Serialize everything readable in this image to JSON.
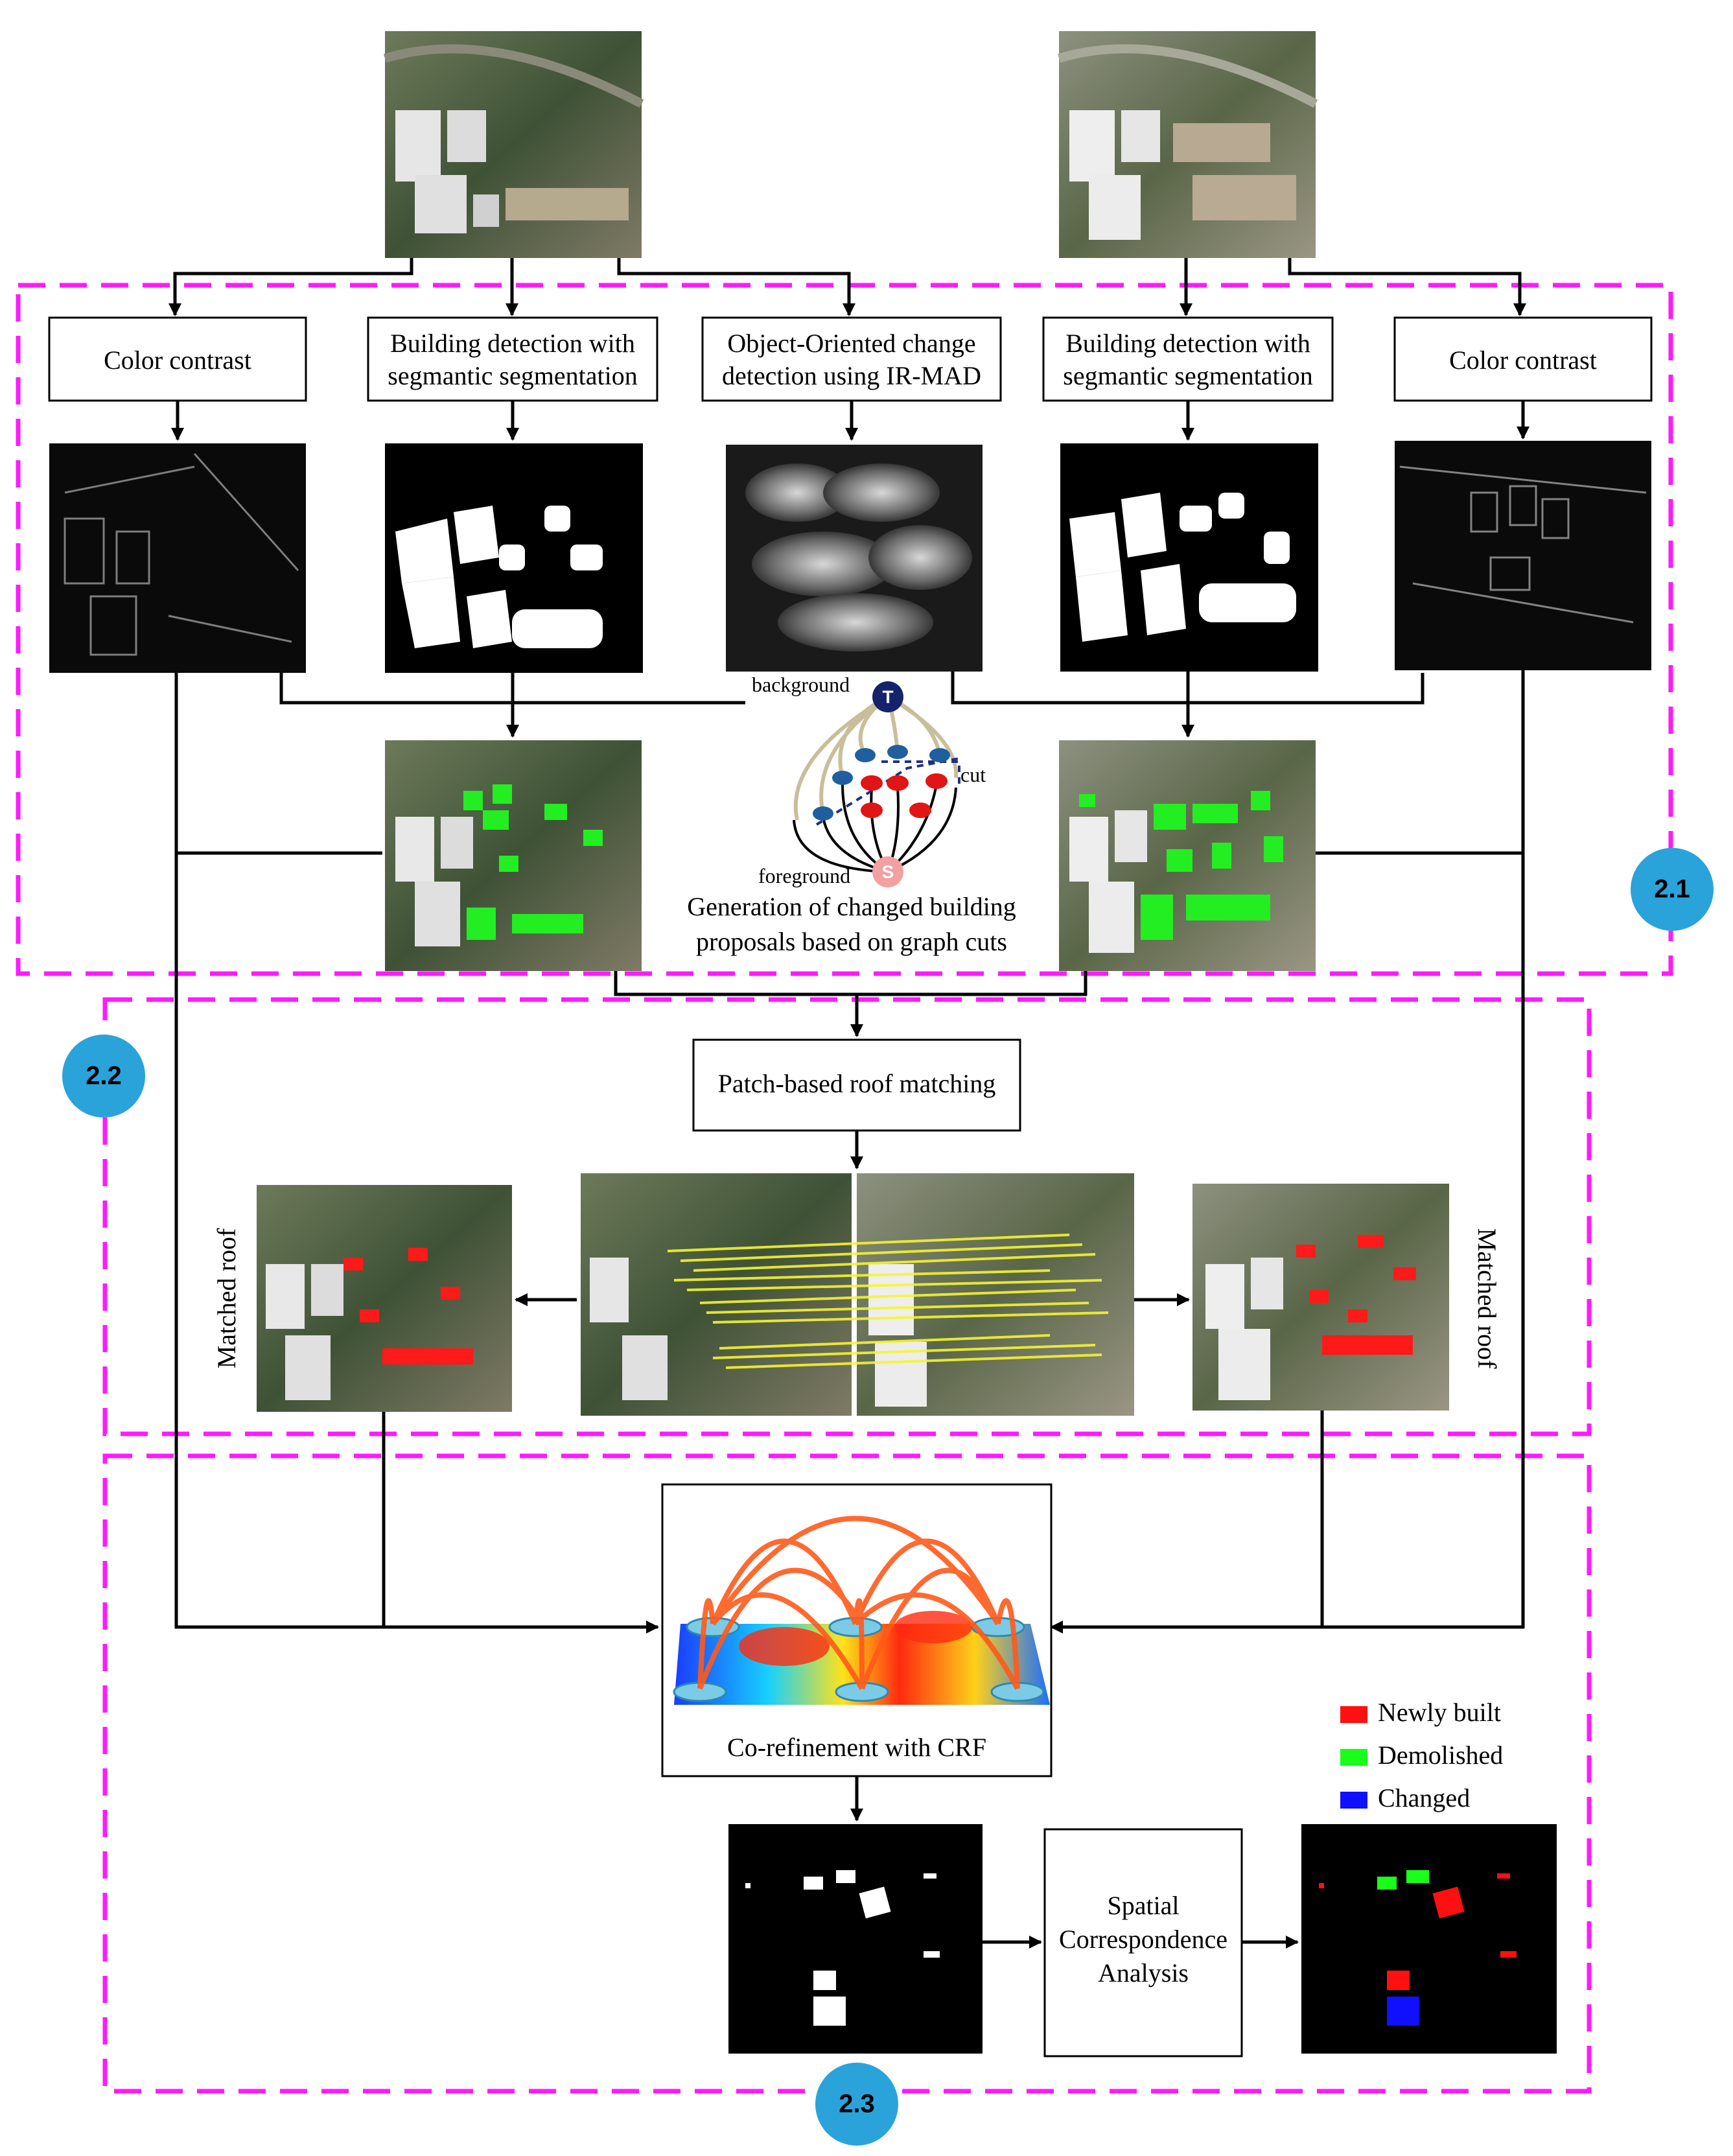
{
  "sections": {
    "s1": "2.1",
    "s2": "2.2",
    "s3": "2.3"
  },
  "boxes": {
    "color_contrast_left": "Color contrast",
    "building_det_left": [
      "Building detection with",
      "segmantic segmentation"
    ],
    "ooc_detection": [
      "Object-Oriented change",
      "detection using IR-MAD"
    ],
    "building_det_right": [
      "Building detection with",
      "segmantic segmentation"
    ],
    "color_contrast_right": "Color contrast",
    "patch_matching": "Patch-based roof matching",
    "crf": "Co-refinement with CRF",
    "spatial": [
      "Spatial",
      "Correspondence",
      "Analysis"
    ]
  },
  "graph_cut": {
    "background": "background",
    "foreground": "foreground",
    "cut": "cut",
    "t_node": "T",
    "s_node": "S",
    "caption": [
      "Generation of changed building",
      "proposals based on graph cuts"
    ]
  },
  "matched_roof_left": "Matched roof",
  "matched_roof_right": "Matched roof",
  "legend": [
    {
      "label": "Newly built",
      "color": "#ff1010"
    },
    {
      "label": "Demolished",
      "color": "#19ff19"
    },
    {
      "label": "Changed",
      "color": "#1010ff"
    }
  ],
  "colors": {
    "dash": "#ff1aff",
    "badge": "#2aa3db",
    "building_overlay": "#22ee22",
    "roof_overlay": "#ff1a1a",
    "matching_lines": "#f5f532"
  }
}
